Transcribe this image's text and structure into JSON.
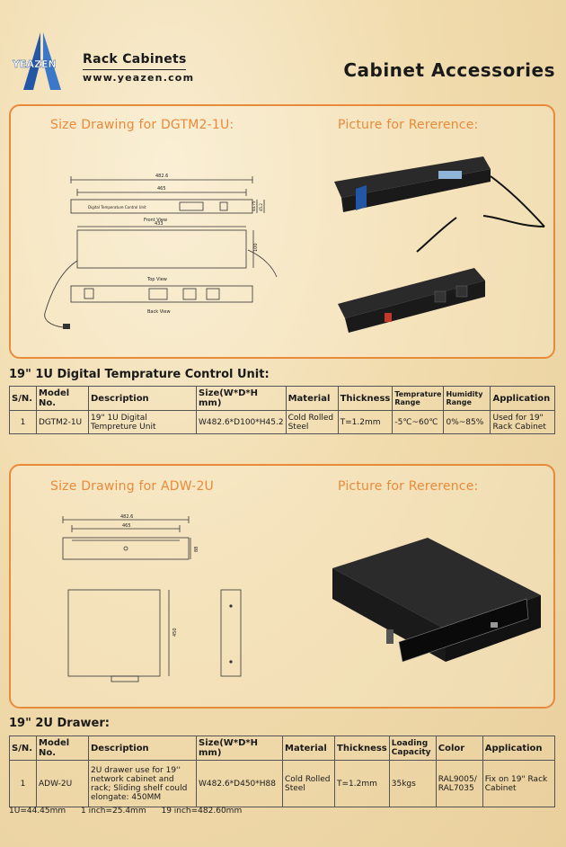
{
  "header": {
    "logo_text": "YEAZEN",
    "brand": "Rack Cabinets",
    "website": "www.yeazen.com",
    "title": "Cabinet Accessories"
  },
  "section1": {
    "drawing_title": "Size Drawing for DGTM2-1U:",
    "picture_title": "Picture for Rererence:",
    "drawing": {
      "dim_total": "482.6",
      "dim_inner": "465",
      "dim_h1": "44.75",
      "dim_h2": "45.2",
      "dim_depth": "433",
      "dim_side": "100",
      "front_view": "Front View",
      "top_view": "Top View",
      "back_view": "Back View",
      "panel_label": "Digital Temperature Control Unit"
    },
    "heading": "19\" 1U Digital Temprature Control Unit:",
    "table": {
      "headers": [
        "S/N.",
        "Model No.",
        "Description",
        "Size(W*D*H mm)",
        "Material",
        "Thickness",
        "Temprature Range",
        "Humidity Range",
        "Application"
      ],
      "row": [
        "1",
        "DGTM2-1U",
        "19\" 1U Digital Tempreture Unit",
        "W482.6*D100*H45.2",
        "Cold Rolled Steel",
        "T=1.2mm",
        "-5℃~60℃",
        "0%~85%",
        "Used for 19\" Rack Cabinet"
      ]
    }
  },
  "section2": {
    "drawing_title": "Size Drawing for ADW-2U",
    "picture_title": "Picture for Rererence:",
    "drawing": {
      "dim_total": "482.6",
      "dim_inner": "465",
      "dim_h": "88",
      "dim_depth": "450"
    },
    "heading": "19\" 2U Drawer:",
    "table": {
      "headers": [
        "S/N.",
        "Model No.",
        "Description",
        "Size(W*D*H mm)",
        "Material",
        "Thickness",
        "Loading Capacity",
        "Color",
        "Application"
      ],
      "row": [
        "1",
        "ADW-2U",
        "2U drawer use for 19'' network cabinet and rack; Sliding shelf could elongate: 450MM",
        "W482.6*D450*H88",
        "Cold Rolled Steel",
        "T=1.2mm",
        "35kgs",
        "RAL9005/ RAL7035",
        "Fix on 19\" Rack Cabinet"
      ]
    }
  },
  "footnote": [
    "1U=44.45mm",
    "1 inch=25.4mm",
    "19 inch=482.60mm"
  ],
  "colors": {
    "accent": "#e98a3a",
    "logo_blue": "#2456a6"
  }
}
